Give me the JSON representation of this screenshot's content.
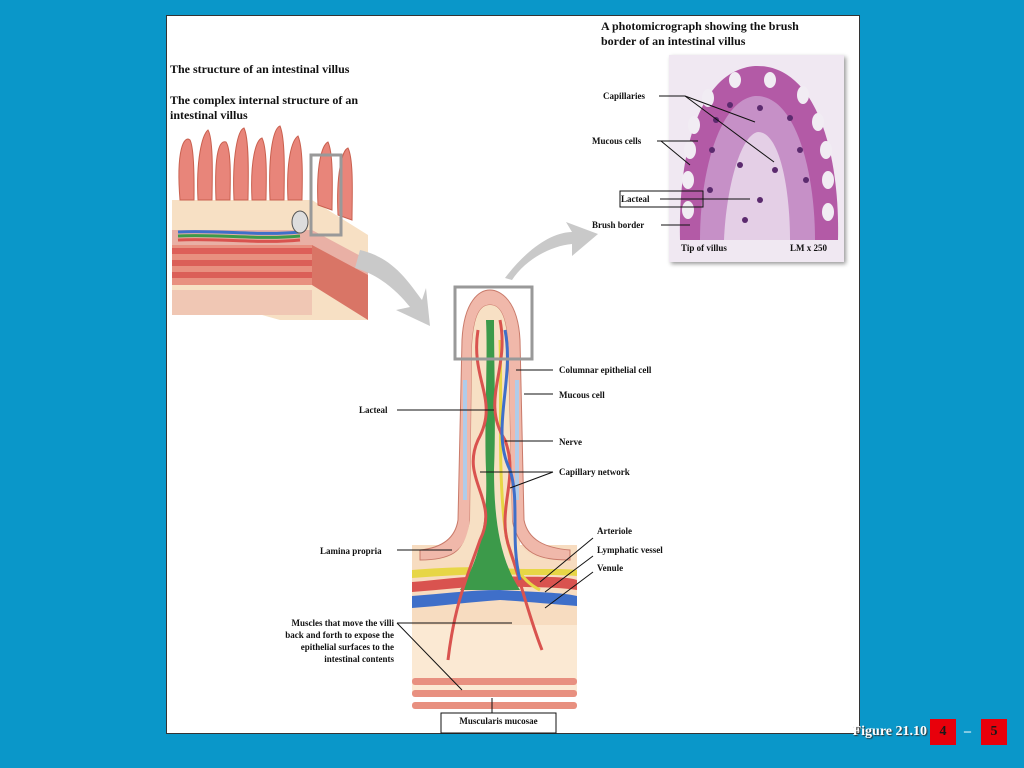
{
  "titles": {
    "villus_structure": "The structure of an intestinal villus",
    "complex_structure": "The complex internal structure of an intestinal villus",
    "photomicrograph": "A photomicrograph showing the brush border of an intestinal villus"
  },
  "micrograph_labels": {
    "capillaries": "Capillaries",
    "mucous_cells": "Mucous cells",
    "lacteal": "Lacteal",
    "brush_border": "Brush border",
    "tip_of_villus": "Tip of villus",
    "magnification": "LM x 250"
  },
  "villus_labels": {
    "columnar_epithelial_cell": "Columnar epithelial cell",
    "mucous_cell": "Mucous cell",
    "lacteal": "Lacteal",
    "nerve": "Nerve",
    "capillary_network": "Capillary network",
    "arteriole": "Arteriole",
    "lymphatic_vessel": "Lymphatic vessel",
    "venule": "Venule",
    "lamina_propria": "Lamina propria",
    "muscles": "Muscles that move the villi back and forth to expose the epithelial surfaces to the intestinal contents",
    "muscularis_mucosae": "Muscularis mucosae"
  },
  "footer": {
    "figure": "Figure 21.10",
    "page_start": "4",
    "separator": "–",
    "page_end": "5"
  },
  "colors": {
    "background": "#0a97c9",
    "page_box": "#e8000b",
    "artery": "#d9534f",
    "vein": "#3f6fc9",
    "lacteal": "#3c9a4a",
    "nerve": "#e7d646"
  }
}
